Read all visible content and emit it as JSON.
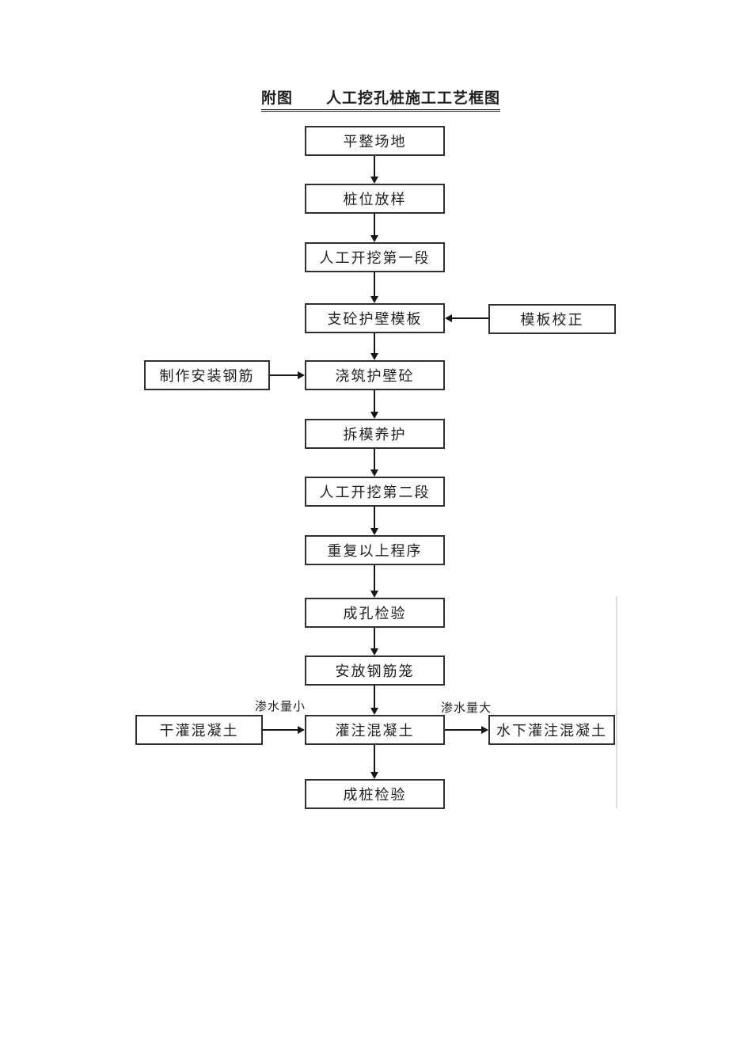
{
  "title": {
    "prefix": "附图",
    "text": "人工挖孔桩施工工艺框图"
  },
  "flowchart": {
    "type": "flowchart",
    "main_steps": [
      {
        "label": "平整场地"
      },
      {
        "label": "桩位放样"
      },
      {
        "label": "人工开挖第一段"
      },
      {
        "label": "支砼护壁模板"
      },
      {
        "label": "浇筑护壁砼"
      },
      {
        "label": "拆模养护"
      },
      {
        "label": "人工开挖第二段"
      },
      {
        "label": "重复以上程序"
      },
      {
        "label": "成孔检验"
      },
      {
        "label": "安放钢筋笼"
      },
      {
        "label": "灌注混凝土"
      },
      {
        "label": "成桩检验"
      }
    ],
    "side_nodes": [
      {
        "label": "模板校正",
        "connects_to": "支砼护壁模板"
      },
      {
        "label": "制作安装钢筋",
        "connects_to": "浇筑护壁砼"
      },
      {
        "label": "干灌混凝土",
        "connects_to": "灌注混凝土"
      },
      {
        "label": "水下灌注混凝土",
        "connects_from": "灌注混凝土"
      }
    ],
    "edge_labels": [
      {
        "label": "渗水量小"
      },
      {
        "label": "渗水量大"
      }
    ]
  },
  "colors": {
    "background": "#ffffff",
    "box_border": "#2f2f2f",
    "arrow": "#161616",
    "faint_divider": "#dcdcdc"
  }
}
